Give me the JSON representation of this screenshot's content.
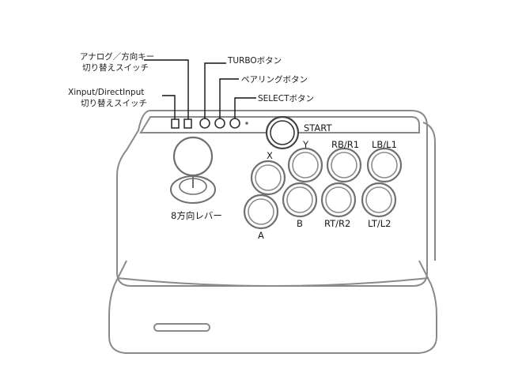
{
  "callouts": {
    "analog_dpad_switch": [
      "アナログ／方向キー",
      "切り替えスイッチ"
    ],
    "xinput_dinput_switch": [
      "Xinput/DirectInput",
      "切り替えスイッチ"
    ],
    "turbo_button": "TURBOボタン",
    "pairing_button": "ペアリングボタン",
    "select_button": "SELECTボタン"
  },
  "labels": {
    "start": "START",
    "stick": "8方向レバー",
    "x": "X",
    "y": "Y",
    "rb_r1": "RB/R1",
    "lb_l1": "LB/L1",
    "a": "A",
    "b": "B",
    "rt_r2": "RT/R2",
    "lt_l2": "LT/L2"
  }
}
